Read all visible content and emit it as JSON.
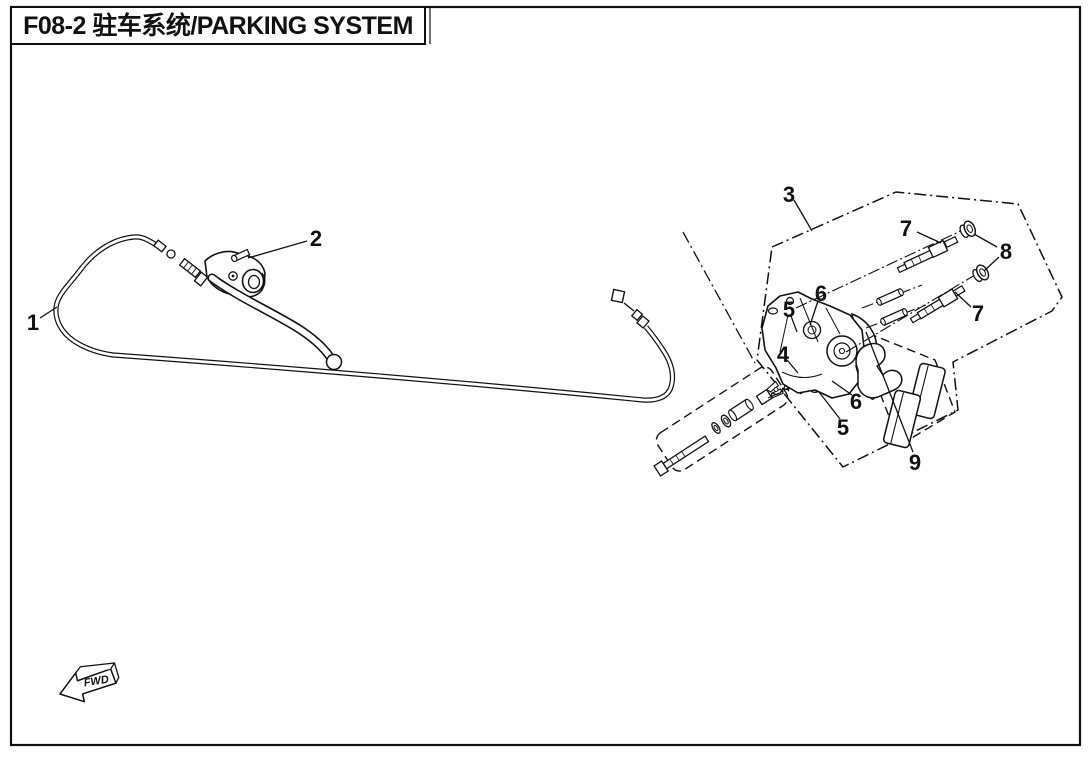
{
  "page": {
    "title": "F08-2 驻车系统/PARKING SYSTEM",
    "fwd_label": "FWD"
  },
  "callouts": {
    "c1": "1",
    "c2": "2",
    "c3": "3",
    "c4": "4",
    "c5a": "5",
    "c5b": "5",
    "c6a": "6",
    "c6b": "6",
    "c7a": "7",
    "c7b": "7",
    "c8": "8",
    "c9": "9"
  }
}
